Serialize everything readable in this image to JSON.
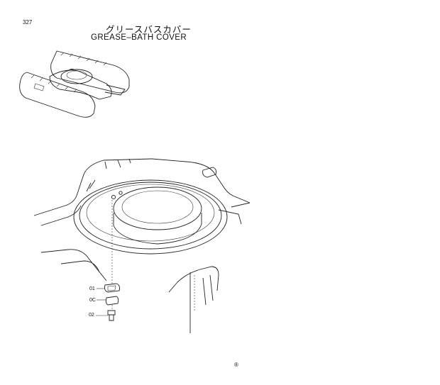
{
  "page": {
    "number": "327"
  },
  "title": {
    "japanese": "グリースバスカバー",
    "english": "GREASE–BATH COVER"
  },
  "callouts": [
    {
      "label": "01"
    },
    {
      "label": "0C"
    },
    {
      "label": "02"
    }
  ],
  "footer": {
    "mark": "®"
  }
}
